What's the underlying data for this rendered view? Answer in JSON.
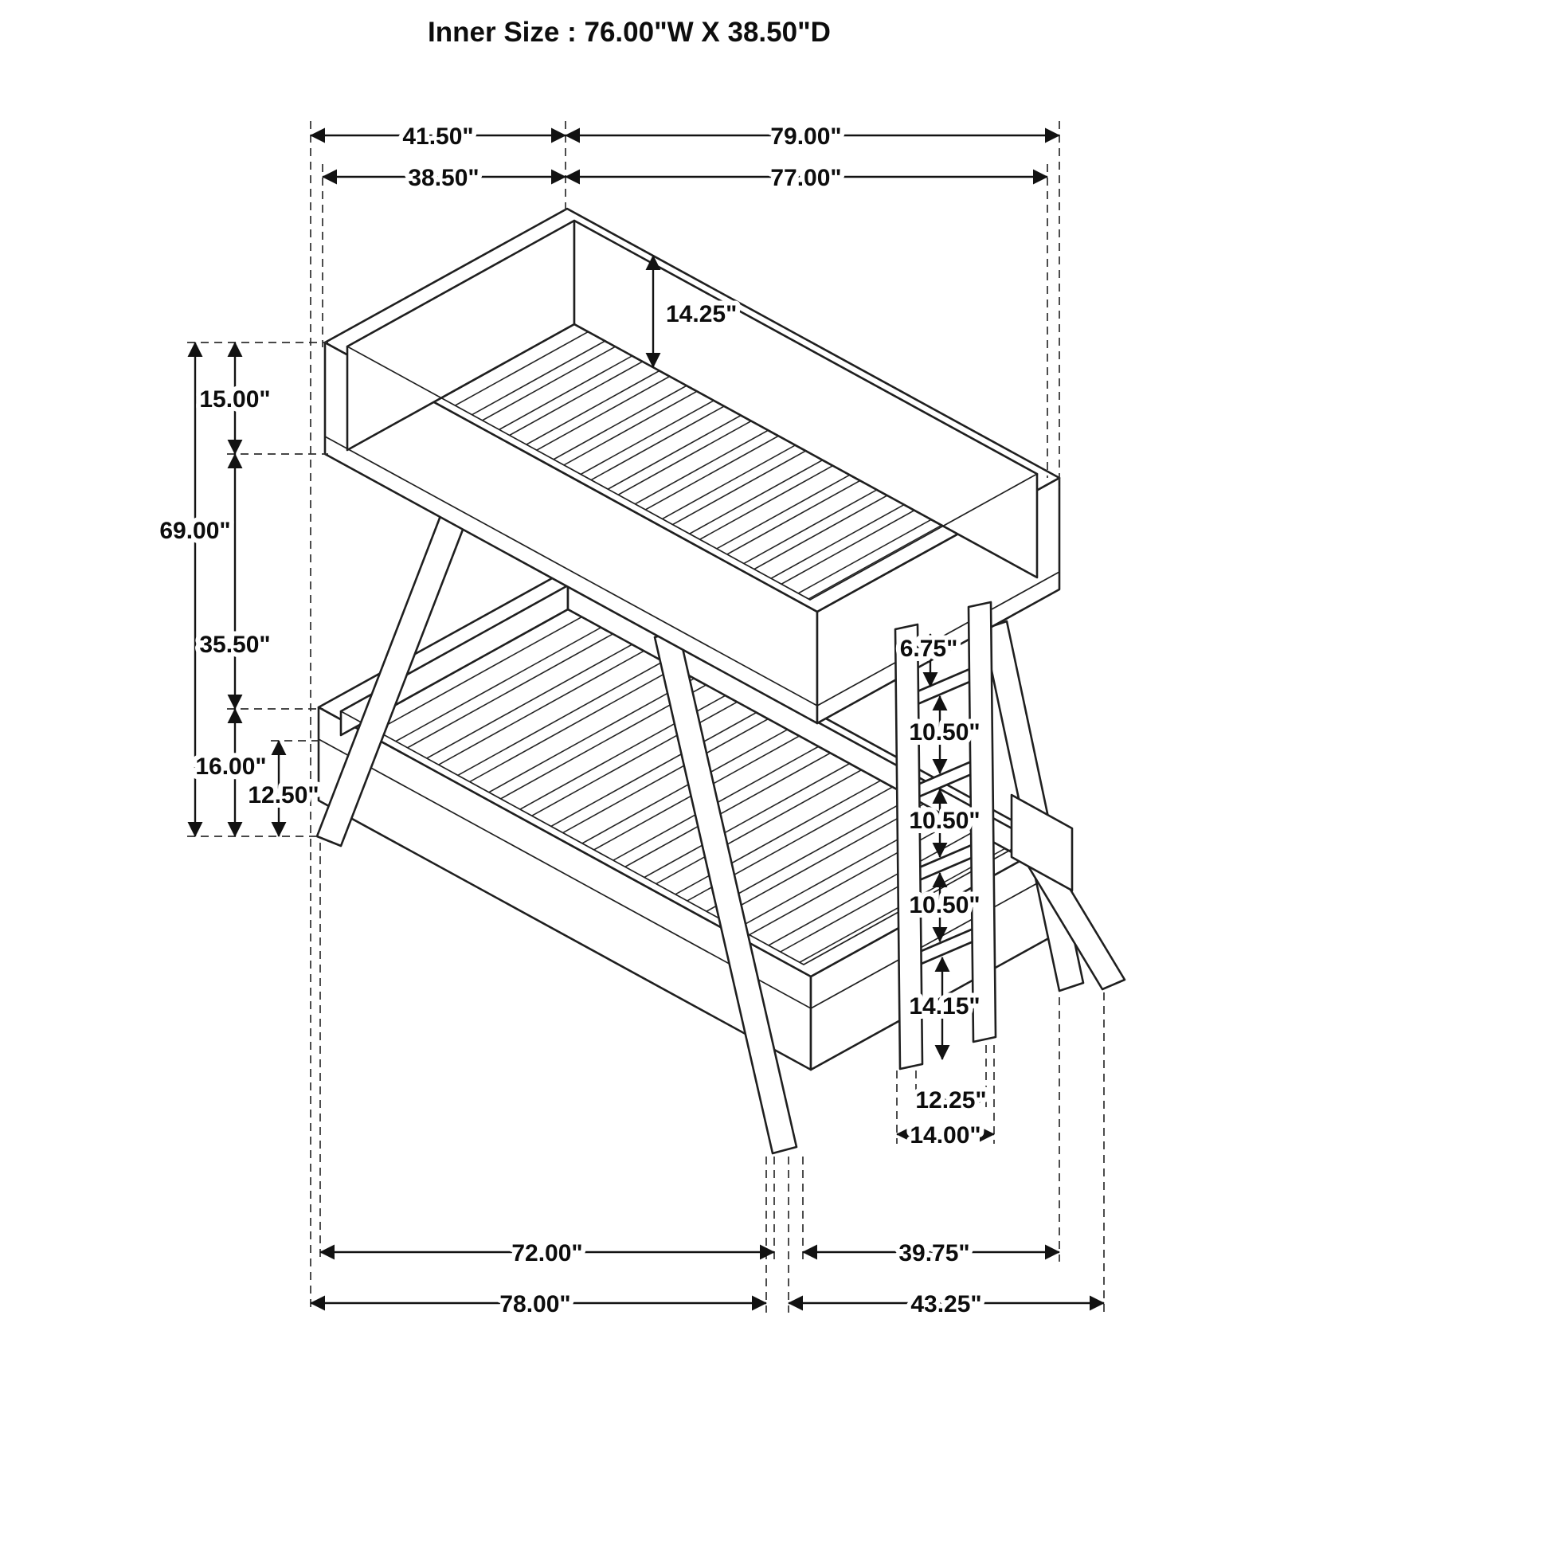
{
  "title": "Inner Size : 76.00\"W X 38.50\"D",
  "dims": {
    "upper_outer_depth": "41.50\"",
    "upper_outer_length": "79.00\"",
    "upper_inner_depth": "38.50\"",
    "upper_inner_length": "77.00\"",
    "rail_height": "15.00\"",
    "overall_height": "69.00\"",
    "bunk_gap": "35.50\"",
    "lower_frame_height": "16.00\"",
    "lower_deck_height": "12.50\"",
    "guard_inner_height": "14.25\"",
    "ladder_top_gap": "6.75\"",
    "ladder_step1": "10.50\"",
    "ladder_step2": "10.50\"",
    "ladder_step3": "10.50\"",
    "ladder_bottom_gap": "14.15\"",
    "ladder_inner_width": "12.25\"",
    "ladder_outer_width": "14.00\"",
    "floor_inner_span": "72.00\"",
    "floor_right_span": "39.75\"",
    "floor_outer_span": "78.00\"",
    "floor_right_outer_span": "43.25\""
  }
}
